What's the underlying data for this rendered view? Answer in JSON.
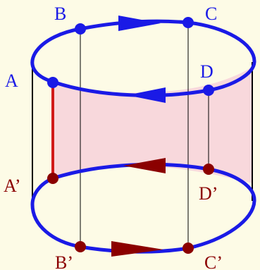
{
  "labels": {
    "A": "A",
    "B": "B",
    "C": "C",
    "D": "D",
    "A_prime": "A’",
    "B_prime": "B’",
    "C_prime": "C’",
    "D_prime": "D’"
  },
  "colors": {
    "background": "#fdfbe6",
    "top_loop": "#1a1ae6",
    "bottom_loop": "#1a1ae6",
    "top_points": "#1a1ae6",
    "bottom_points": "#8b0000",
    "band_fill": "#f8d8dc",
    "segment_AA": "#d11a1a",
    "bottom_arrows": "#8b0000",
    "top_arrows": "#1a1ae6",
    "side_lines": "#000000"
  }
}
